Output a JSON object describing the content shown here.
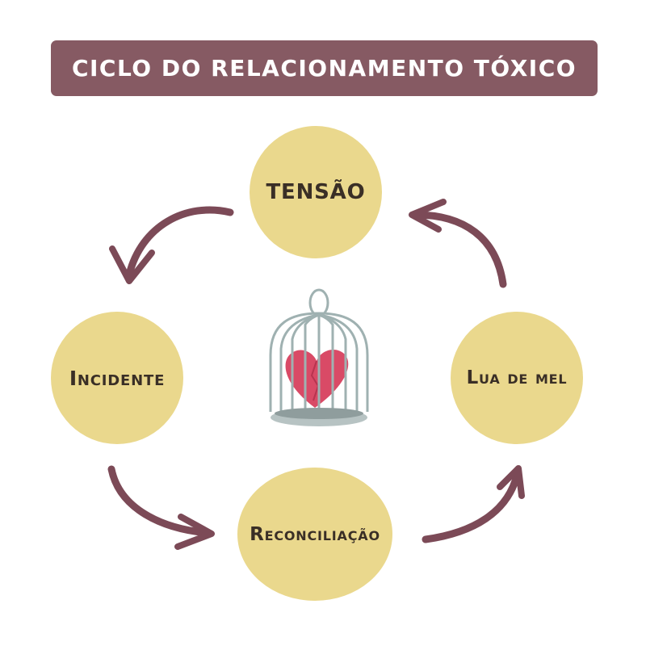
{
  "title": "CICLO DO RELACIONAMENTO TÓXICO",
  "stages": {
    "tensao": "TENSÃO",
    "incidente": "Incidente",
    "reconciliacao": "Reconciliação",
    "lua_de_mel": "Lua de mel"
  },
  "center_icon": "birdcage-heart-icon",
  "arrow_icon": "curved-arrow-icon",
  "colors": {
    "banner": "#865a63",
    "circle": "#ead88d",
    "arrow": "#7c4a57",
    "label": "#3a2f26",
    "heart": "#d94a66",
    "cage": "#9fb1b1"
  }
}
